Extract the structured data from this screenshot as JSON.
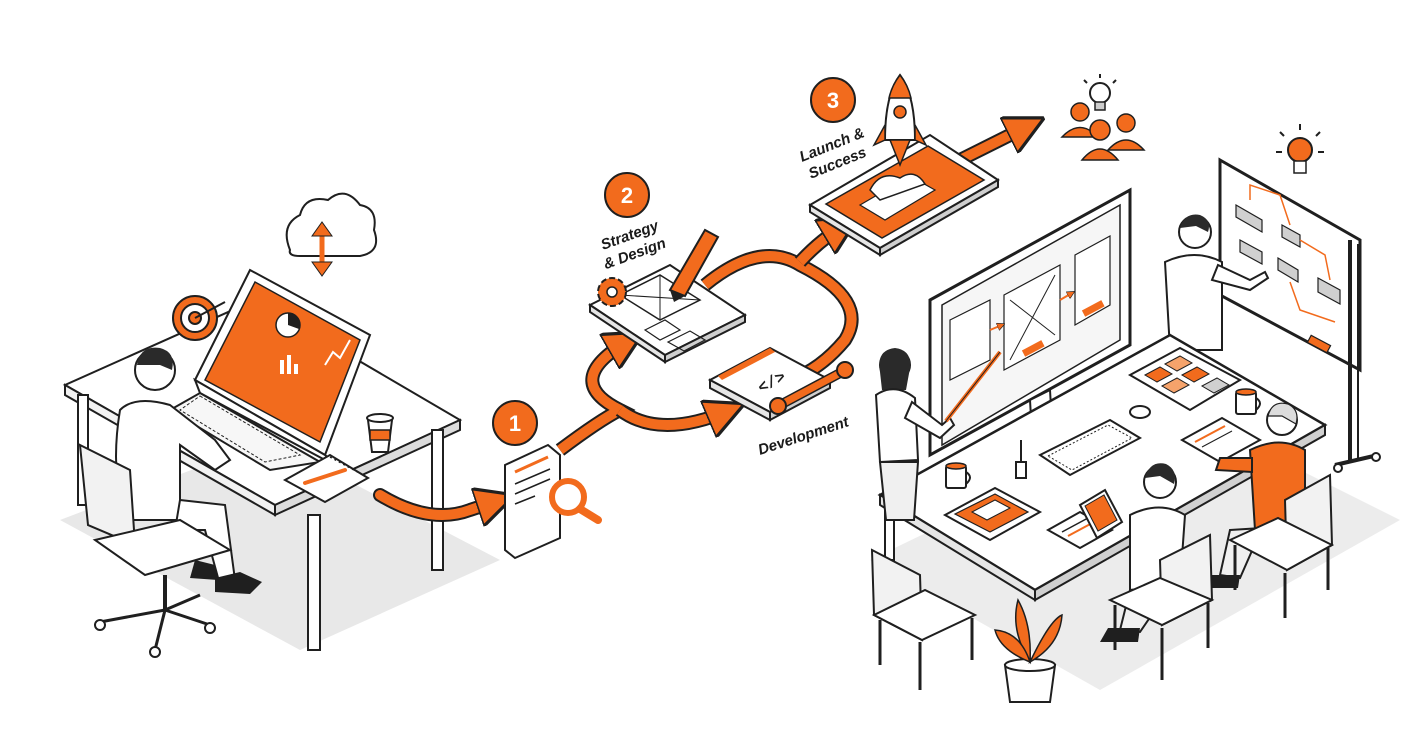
{
  "colors": {
    "accent": "#F26B1D",
    "ink": "#1f1f1f",
    "shadow": "#e6e6e6",
    "paper": "#ffffff"
  },
  "steps": [
    {
      "number": "1",
      "label": "",
      "icon": "document-search-icon"
    },
    {
      "number": "2",
      "label_lines": [
        "Strategy",
        "& Design"
      ],
      "icon": "pencil-wireframe-icon"
    },
    {
      "number": "3",
      "label_lines": [
        "Launch &",
        "Success"
      ],
      "icon": "rocket-tablet-icon"
    }
  ],
  "branch_label": "Development",
  "icons": [
    "cloud-sync-icon",
    "target-icon",
    "lightbulb-icon",
    "team-icon",
    "gear-icon",
    "wrench-icon",
    "code-icon"
  ]
}
